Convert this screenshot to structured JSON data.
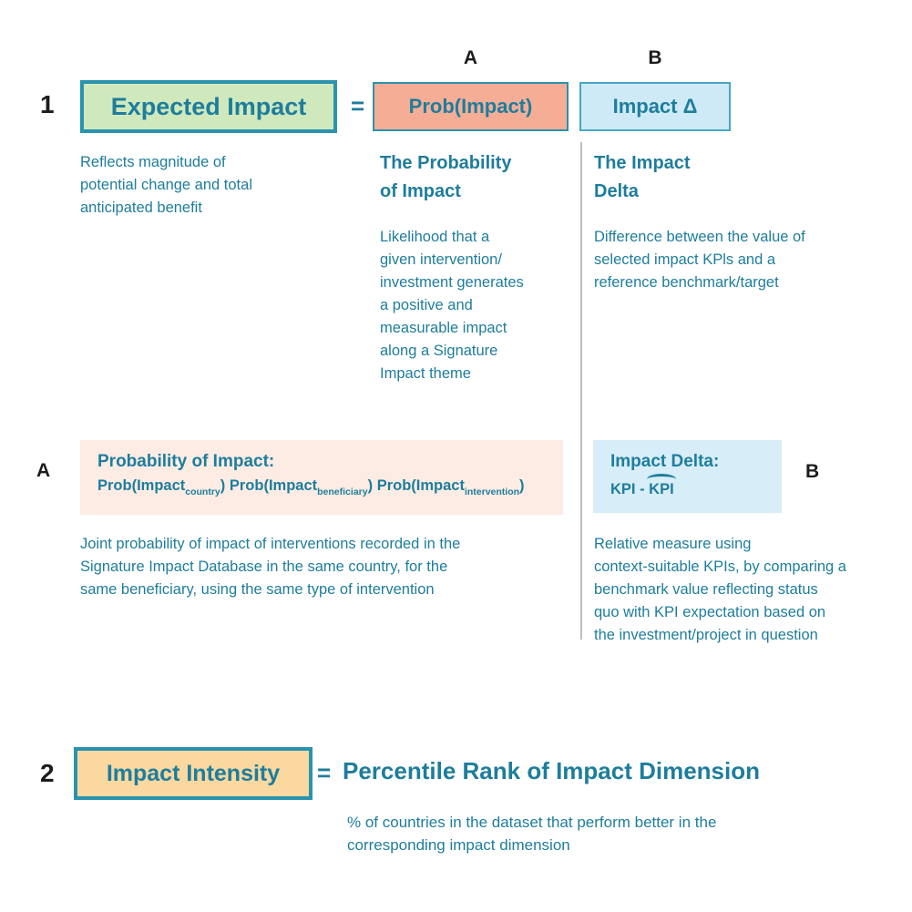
{
  "colors": {
    "teal_text": "#1e7d9c",
    "teal_border": "#2a93ae",
    "green_fill": "#cfe9bd",
    "salmon_fill": "#f6ad96",
    "light_blue_fill": "#cdeaf6",
    "light_blue_border": "#4aa5c6",
    "pink_panel_fill": "#fcece4",
    "blue_panel_fill": "#d7edf8",
    "orange_fill": "#fad8a0",
    "divider_gray": "#bfbfbf",
    "label_black": "#1c1c1c"
  },
  "section1": {
    "number": "1",
    "result_box_label": "Expected Impact",
    "equals": "=",
    "result_description": "Reflects magnitude of\npotential change and total\nanticipated benefit",
    "term_a": {
      "letter": "A",
      "box_label": "Prob(Impact)",
      "heading": "The Probability\nof Impact",
      "description": "Likelihood that a\ngiven intervention/\ninvestment generates\na positive and\nmeasurable impact\nalong a Signature\nImpact theme"
    },
    "term_b": {
      "letter": "B",
      "box_label": "Impact Δ",
      "heading": "The Impact\nDelta",
      "description": "Difference between the value of\nselected impact KPls and a\nreference benchmark/target"
    }
  },
  "detail_a": {
    "letter": "A",
    "panel_title": "Probability of Impact:",
    "formula": {
      "f1_main": "Prob(Impact",
      "f1_sub": "country",
      "f1_close": ") ",
      "f2_main": "Prob(Impact",
      "f2_sub": "beneficiary",
      "f2_close": ") ",
      "f3_main": "Prob(Impact",
      "f3_sub": "intervention",
      "f3_close": ")"
    },
    "description": "Joint probability of impact of interventions recorded in the\nSignature Impact Database in the same country, for the\nsame beneficiary, using the same type of intervention"
  },
  "detail_b": {
    "letter": "B",
    "panel_title": "Impact Delta:",
    "formula_left": "KPI - ",
    "formula_hat": "KPI",
    "description": "Relative measure using\ncontext-suitable KPIs, by comparing a\nbenchmark value reflecting status\nquo with KPI expectation based on\nthe investment/project in question"
  },
  "section2": {
    "number": "2",
    "result_box_label": "Impact Intensity",
    "equals": "=",
    "rhs_label": "Percentile Rank of Impact Dimension",
    "description": "% of countries in the dataset that perform better in the\ncorresponding impact dimension"
  }
}
